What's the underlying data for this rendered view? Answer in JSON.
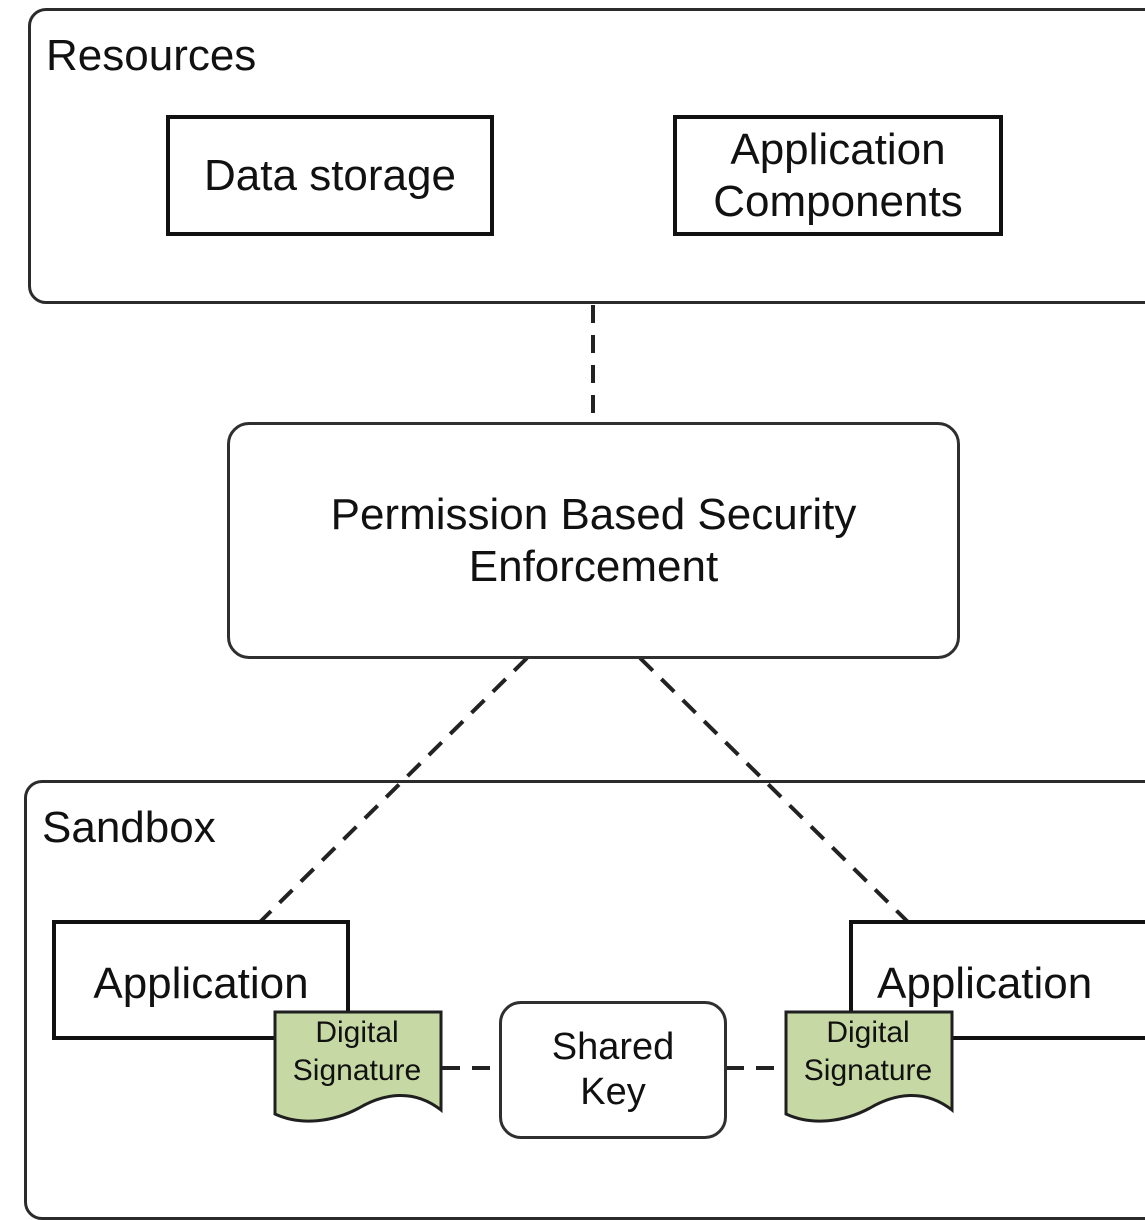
{
  "resources": {
    "title": "Resources",
    "data_storage": "Data storage",
    "app_components_line1": "Application",
    "app_components_line2": "Components"
  },
  "enforcement": {
    "line1": "Permission Based Security",
    "line2": "Enforcement"
  },
  "sandbox": {
    "title": "Sandbox",
    "app_left": "Application",
    "app_right": "Application",
    "sig_left_line1": "Digital",
    "sig_left_line2": "Signature",
    "sig_right_line1": "Digital",
    "sig_right_line2": "Signature",
    "shared_key_line1": "Shared",
    "shared_key_line2": "Key"
  },
  "colors": {
    "signature_fill": "#c6d9a4",
    "border": "#2b2b2b"
  }
}
